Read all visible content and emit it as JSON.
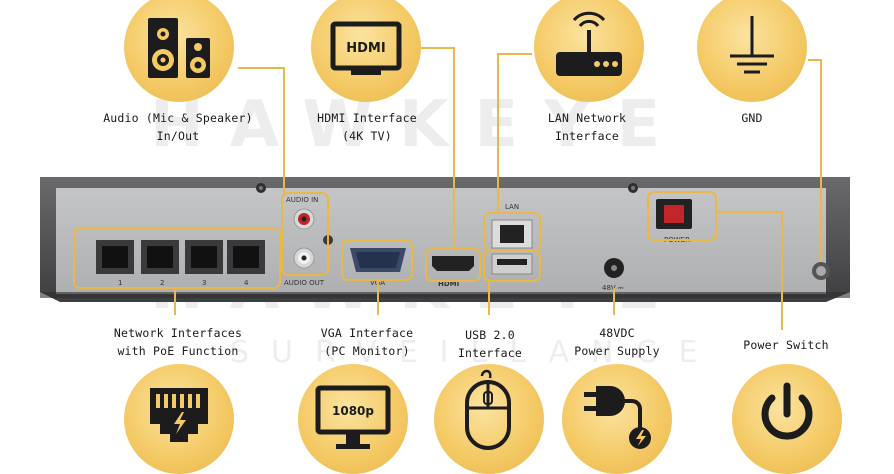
{
  "watermark": {
    "brand": "HAWKEYE",
    "sub": "SURVEILLANCE"
  },
  "callouts": {
    "audio": {
      "line1": "Audio (Mic & Speaker)",
      "line2": "In/Out"
    },
    "hdmi": {
      "line1": "HDMI Interface",
      "line2": "(4K TV)"
    },
    "lan": {
      "line1": "LAN Network",
      "line2": "Interface"
    },
    "gnd": {
      "line1": "GND"
    },
    "network": {
      "line1": "Network Interfaces",
      "line2": "with PoE Function"
    },
    "vga": {
      "line1": "VGA Interface",
      "line2": "(PC Monitor)"
    },
    "usb": {
      "line1": "USB 2.0",
      "line2": "Interface"
    },
    "power_supply": {
      "line1": "48VDC",
      "line2": "Power Supply"
    },
    "power_switch": {
      "line1": "Power Switch"
    }
  },
  "icons": {
    "hdmi_icon_text": "HDMI",
    "monitor_text": "1080p"
  },
  "panel": {
    "audio_in": "AUDIO IN",
    "audio_out": "AUDIO OUT",
    "vga": "VGA",
    "hdmi": "HDMI",
    "lan": "LAN",
    "dc": "48V ⎓",
    "power": "POWER",
    "port_numbers": [
      "1",
      "2",
      "3",
      "4"
    ]
  },
  "colors": {
    "accent": "#e8b84a",
    "panel": "#b8b9bb",
    "frame": "#4a4a4c"
  }
}
